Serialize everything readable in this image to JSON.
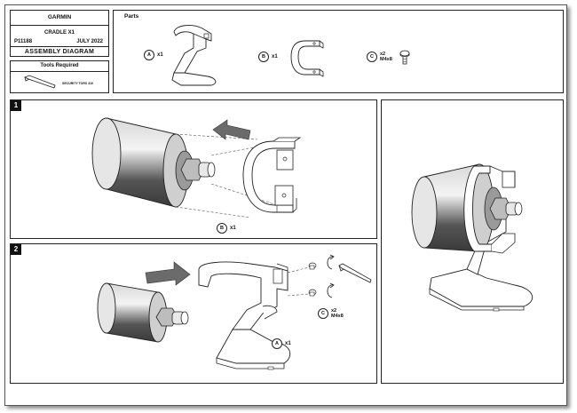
{
  "title_block": {
    "brand": "GARMIN",
    "product": "CRADLE X1",
    "part_number": "P11188",
    "date": "JULY 2022",
    "document_title": "ASSEMBLY DIAGRAM"
  },
  "tools": {
    "heading": "Tools Required",
    "items": [
      {
        "label": "SECURITY TORX 310",
        "icon": "torx-key-icon"
      }
    ]
  },
  "parts": {
    "heading": "Parts",
    "items": [
      {
        "letter": "A",
        "qty": "x1",
        "icon": "cradle-base-icon"
      },
      {
        "letter": "B",
        "qty": "x1",
        "icon": "clamp-bracket-icon"
      },
      {
        "letter": "C",
        "qty": "x2",
        "spec": "M4x8",
        "icon": "screw-icon"
      }
    ]
  },
  "steps": [
    {
      "number": "1",
      "callouts": [
        {
          "letter": "B",
          "qty": "x1"
        }
      ]
    },
    {
      "number": "2",
      "callouts": [
        {
          "letter": "C",
          "qty": "x2",
          "spec": "M4x8"
        },
        {
          "letter": "A",
          "qty": "x1"
        }
      ]
    }
  ],
  "colors": {
    "line": "#222222",
    "arrow": "#6b6b6b",
    "cylinder_dark": "#4a4a4a",
    "cylinder_light": "#d8d8d8"
  }
}
